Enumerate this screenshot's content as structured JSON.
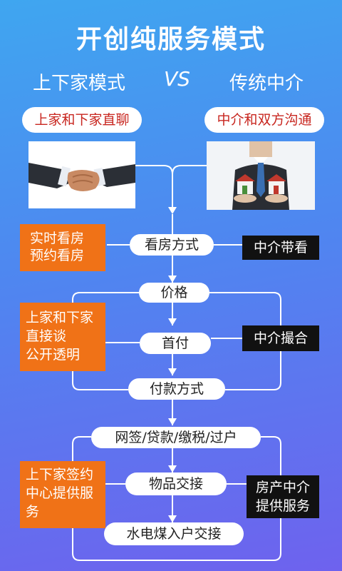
{
  "title": "开创纯服务模式",
  "compare": {
    "left": "上下家模式",
    "vs": "VS",
    "right": "传统中介"
  },
  "tags": {
    "left": "上家和下家直聊",
    "right": "中介和双方沟通"
  },
  "steps": {
    "viewing": "看房方式",
    "price": "价格",
    "down_payment": "首付",
    "payment_method": "付款方式",
    "procedures": "网签/贷款/缴税/过户",
    "item_handover": "物品交接",
    "utilities_transfer": "水电煤入户交接"
  },
  "left_notes": {
    "viewing": [
      "实时看房",
      "预约看房"
    ],
    "negotiation": [
      "上家和下家",
      "直接谈",
      "公开透明"
    ],
    "service": [
      "上下家签约",
      "中心提供服务"
    ]
  },
  "right_notes": {
    "viewing": "中介带看",
    "negotiation": "中介撮合",
    "service": [
      "房产中介",
      "提供服务"
    ]
  },
  "colors": {
    "accent_orange": "#f07217",
    "tag_red": "#c8261f"
  }
}
